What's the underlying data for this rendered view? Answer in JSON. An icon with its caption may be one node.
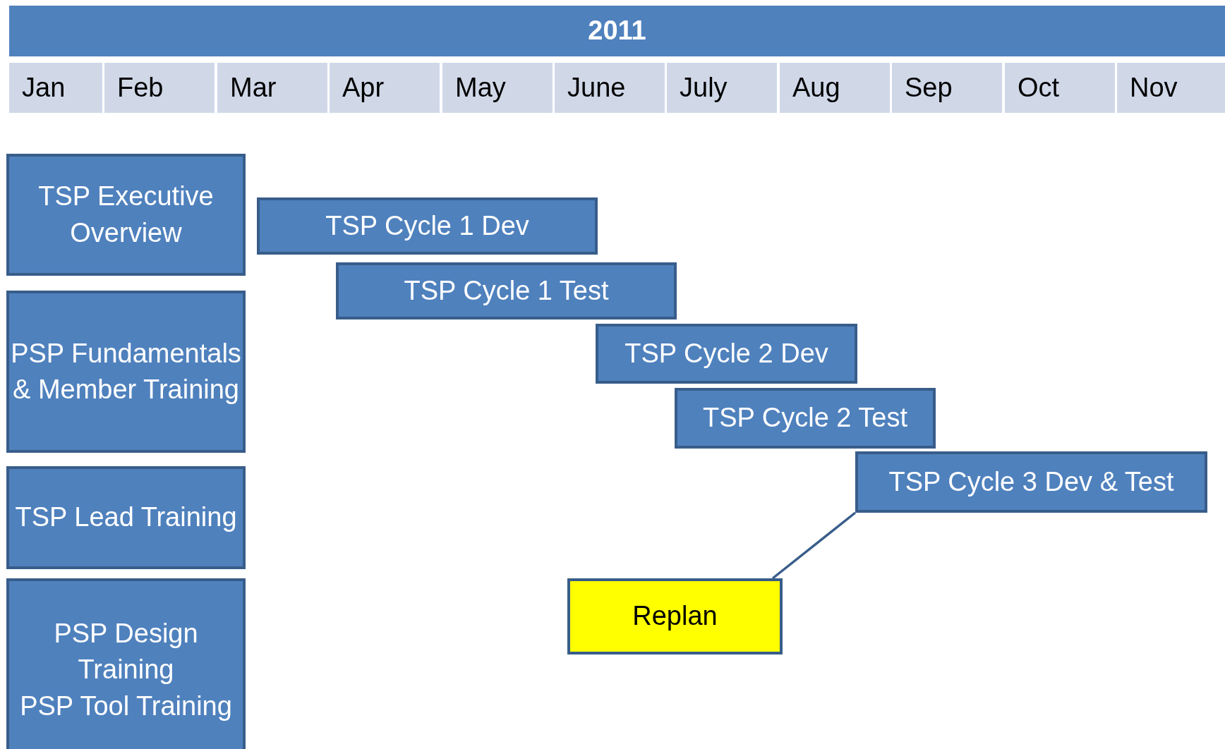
{
  "diagram": {
    "nodes": [
      {
        "text": [
          "2011"
        ]
      },
      {
        "text": [
          "Jan"
        ]
      },
      {
        "text": [
          "Feb"
        ]
      },
      {
        "text": [
          "Mar"
        ]
      },
      {
        "text": [
          "Apr"
        ]
      },
      {
        "text": [
          "May"
        ]
      },
      {
        "text": [
          "June"
        ]
      },
      {
        "text": [
          "July"
        ]
      },
      {
        "text": [
          "Aug"
        ]
      },
      {
        "text": [
          "Sep"
        ]
      },
      {
        "text": [
          "Oct"
        ]
      },
      {
        "text": [
          "Nov"
        ]
      },
      {
        "text": [
          "TSP Executive Overview"
        ]
      },
      {
        "text": [
          "PSP Fundamentals & Member Training"
        ]
      },
      {
        "text": [
          "TSP Lead Training"
        ]
      },
      {
        "text": [
          "PSP Design Training",
          "PSP Tool Training"
        ]
      },
      {
        "text": [
          "TSP Cycle 1 Dev"
        ]
      },
      {
        "text": [
          "TSP Cycle 1 Test"
        ]
      },
      {
        "text": [
          "TSP Cycle 2 Dev"
        ]
      },
      {
        "text": [
          "TSP Cycle 2 Test"
        ]
      },
      {
        "text": [
          "TSP Cycle 3 Dev & Test"
        ]
      },
      {
        "text": [
          "Replan"
        ]
      }
    ],
    "edges": [
      {
        "from": 21,
        "to": 20,
        "arrow": "none"
      }
    ]
  }
}
